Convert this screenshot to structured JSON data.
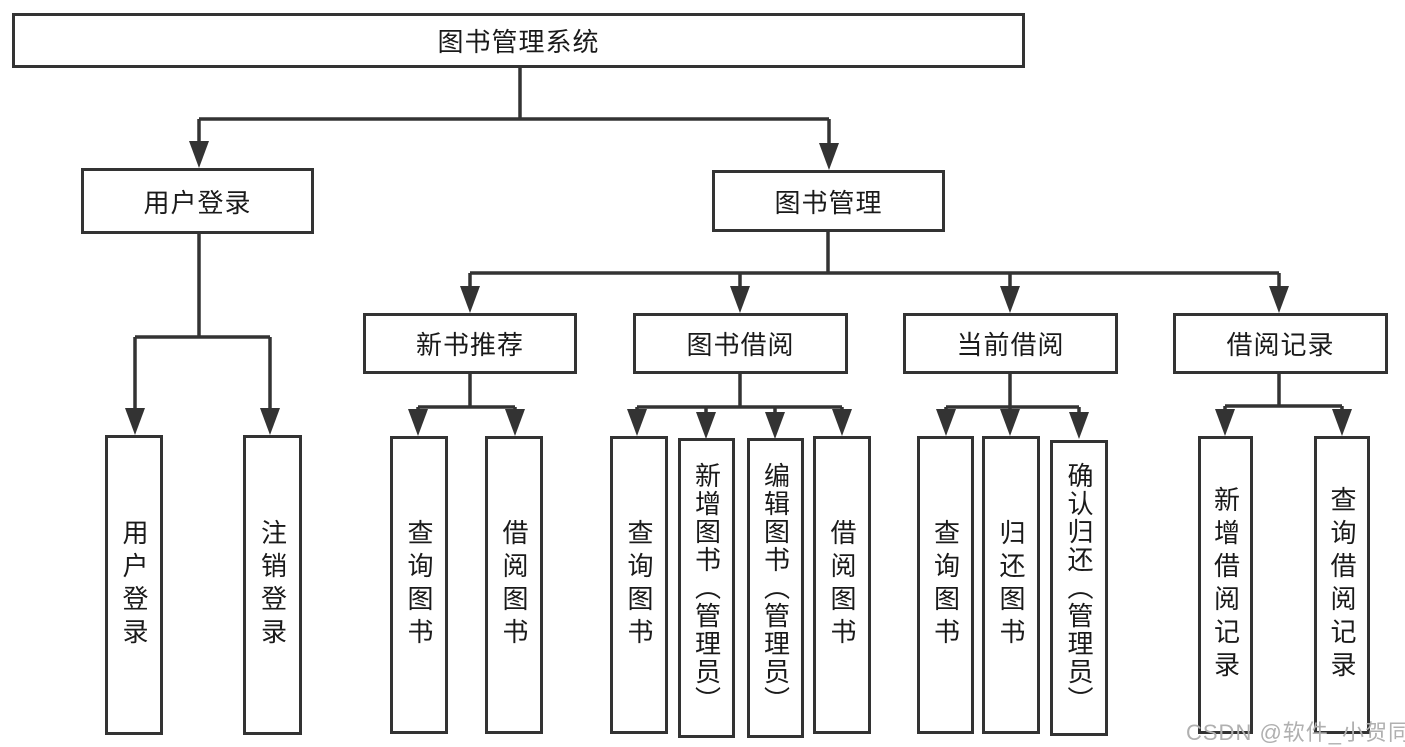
{
  "diagram": {
    "type": "functional-structure-tree",
    "tree": {
      "root": "图书管理系统",
      "branches": [
        {
          "label": "用户登录",
          "children": [
            "用户登录",
            "注销登录"
          ]
        },
        {
          "label": "图书管理",
          "children": [
            {
              "label": "新书推荐",
              "children": [
                "查询图书",
                "借阅图书"
              ]
            },
            {
              "label": "图书借阅",
              "children": [
                "查询图书",
                "新增图书（管理员）",
                "编辑图书（管理员）",
                "借阅图书"
              ]
            },
            {
              "label": "当前借阅",
              "children": [
                "查询图书",
                "归还图书",
                "确认归还（管理员）"
              ]
            },
            {
              "label": "借阅记录",
              "children": [
                "新增借阅记录",
                "查询借阅记录"
              ]
            }
          ]
        }
      ]
    },
    "colors": {
      "line": "#333333",
      "box_border": "#333333",
      "text": "#1a1a1a",
      "watermark": "#b0b0b0",
      "background": "#ffffff"
    }
  },
  "watermark": {
    "text": "CSDN @软件_小贺同学"
  }
}
